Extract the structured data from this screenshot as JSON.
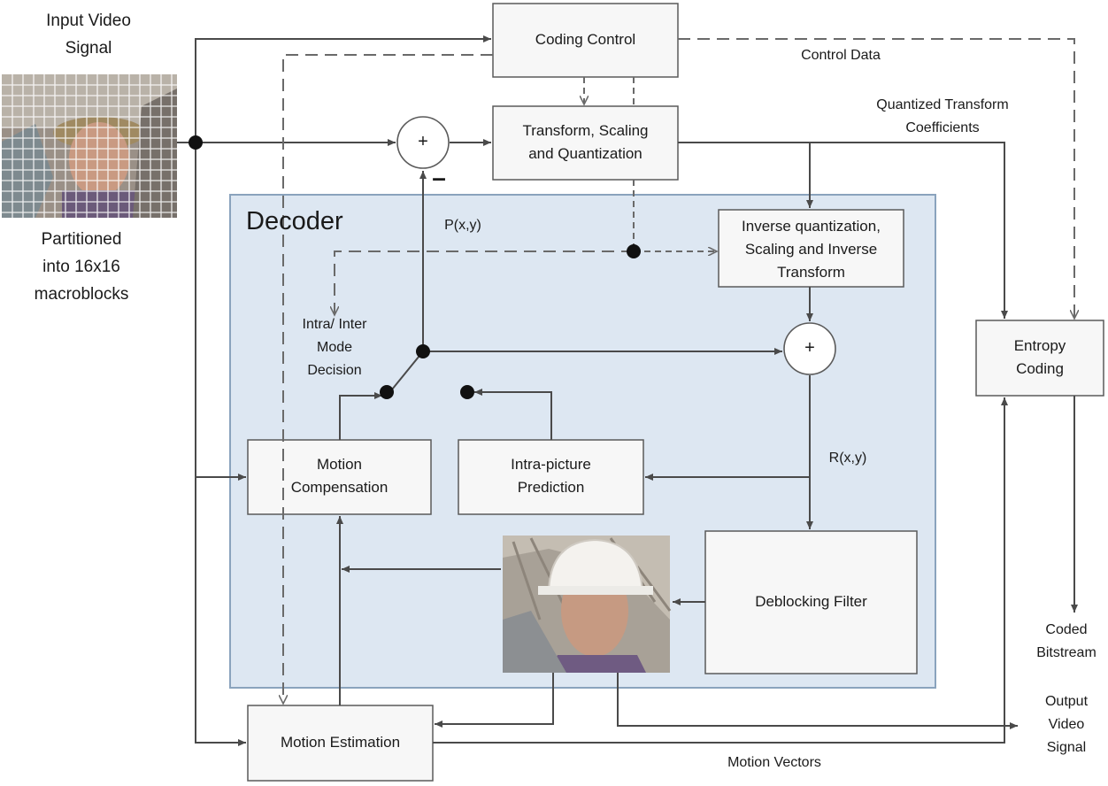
{
  "blocks": {
    "coding_control": "Coding Control",
    "transform": "Transform, Scaling\nand Quantization",
    "inverse": "Inverse quantization,\nScaling and Inverse\nTransform",
    "entropy": "Entropy\nCoding",
    "motion_comp": "Motion\nCompensation",
    "intra_pred": "Intra-picture\nPrediction",
    "deblocking": "Deblocking Filter",
    "motion_est": "Motion Estimation"
  },
  "labels": {
    "input_video": "Input Video\nSignal",
    "partitioned": "Partitioned\ninto 16x16\nmacroblocks",
    "control_data": "Control Data",
    "quantized_coeffs": "Quantized Transform\nCoefficients",
    "decoder": "Decoder",
    "pxy": "P(x,y)",
    "rxy": "R(x,y)",
    "mode_decision": "Intra/ Inter\nMode\nDecision",
    "coded_bitstream": "Coded\nBitstream",
    "output_video": "Output\nVideo\nSignal",
    "motion_vectors": "Motion Vectors",
    "plus": "+",
    "minus": "–"
  },
  "colors": {
    "decoder_fill": "#dde7f2",
    "decoder_border": "#8aa3bd",
    "block_fill": "#f7f7f7",
    "line": "#4a4a4a"
  }
}
